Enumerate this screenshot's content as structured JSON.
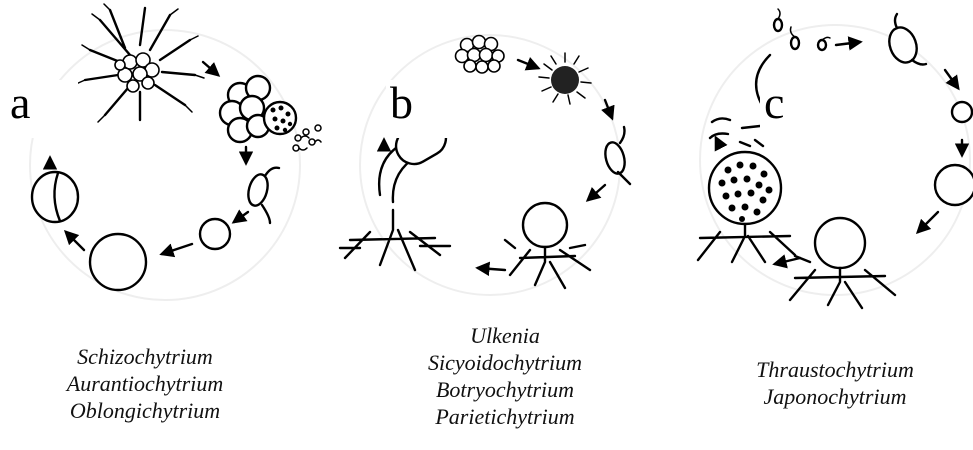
{
  "panels": [
    {
      "label": "a",
      "genera": [
        "Schizochytrium",
        "Aurantiochytrium",
        "Oblongichytrium"
      ]
    },
    {
      "label": "b",
      "genera": [
        "Ulkenia",
        "Sicyoidochytrium",
        "Botryochytrium",
        "Parietichytrium"
      ]
    },
    {
      "label": "c",
      "genera": [
        "Thraustochytrium",
        "Japonochytrium"
      ]
    }
  ]
}
